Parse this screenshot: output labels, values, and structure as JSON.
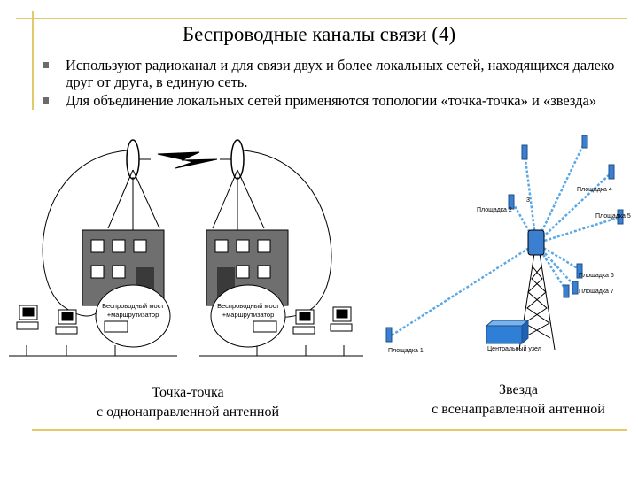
{
  "slide": {
    "title": "Беспроводные каналы связи (4)",
    "bullets": [
      "Используют радиоканал и для связи двух и более локальных сетей, находящихся далеко друг от друга, в единую сеть.",
      "Для объединение локальных сетей применяются топологии «точка-точка» и «звезда»"
    ]
  },
  "left_figure": {
    "bridge_label_1_line1": "Беспроводный мост",
    "bridge_label_1_line2": "+маршрутизатор",
    "bridge_label_2_line1": "Беспроводный мост",
    "bridge_label_2_line2": "+маршрутизатор",
    "caption_line1": "Точка-точка",
    "caption_line2": "с однонаправленной антенной"
  },
  "right_figure": {
    "sites": [
      "Площадка 1",
      "Площадка 2",
      "Площадка 4",
      "Площадка 5",
      "Площадка 6",
      "Площадка 7"
    ],
    "node_3": "3",
    "center_label": "Центральный узел",
    "caption_line1": "Звезда",
    "caption_line2": "с всенаправленной антенной"
  },
  "colors": {
    "accent_line": "#e2c96a",
    "building": "#6f6f6f",
    "antenna_blue": "#3a7fd0"
  }
}
